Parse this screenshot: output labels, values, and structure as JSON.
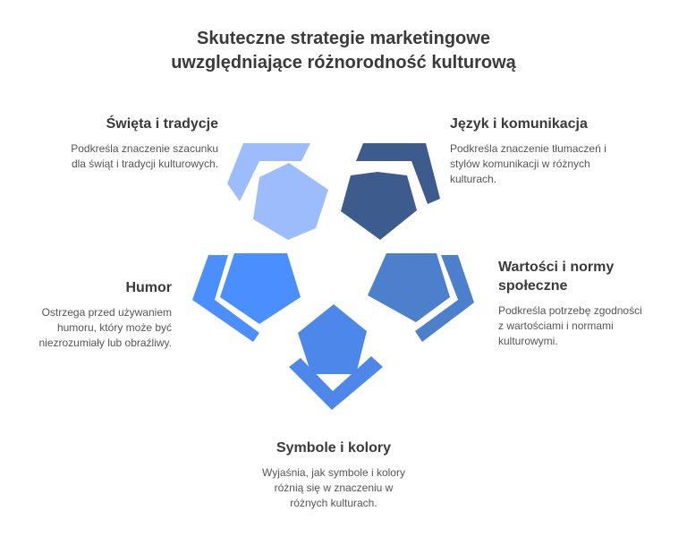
{
  "title": {
    "line1": "Skuteczne strategie marketingowe",
    "line2": "uwzględniające różnorodność kulturową"
  },
  "items": [
    {
      "heading": "Święta i tradycje",
      "desc": [
        "Podkreśla znaczenie szacunku",
        "dla świąt i tradycji kulturowych."
      ],
      "color": "#9cbcfb"
    },
    {
      "heading": "Język i komunikacja",
      "desc": [
        "Podkreśla znaczenie tłumaczeń i",
        "stylów komunikacji w różnych",
        "kulturach."
      ],
      "color": "#3d5b8c"
    },
    {
      "heading": [
        "Wartości i normy",
        "społeczne"
      ],
      "desc": [
        "Podkreśla potrzebę zgodności",
        "z wartościami i normami",
        "kulturowymi."
      ],
      "color": "#4c7fcc"
    },
    {
      "heading": "Symbole i kolory",
      "desc": [
        "Wyjaśnia, jak symbole i kolory",
        "różnią się w znaczeniu w",
        "różnych kulturach."
      ],
      "color": "#4d87ea"
    },
    {
      "heading": "Humor",
      "desc": [
        "Ostrzega przed używaniem",
        "humoru, który może być",
        "niezrozumiały lub obraźliwy."
      ],
      "color": "#4a8ffd"
    }
  ]
}
